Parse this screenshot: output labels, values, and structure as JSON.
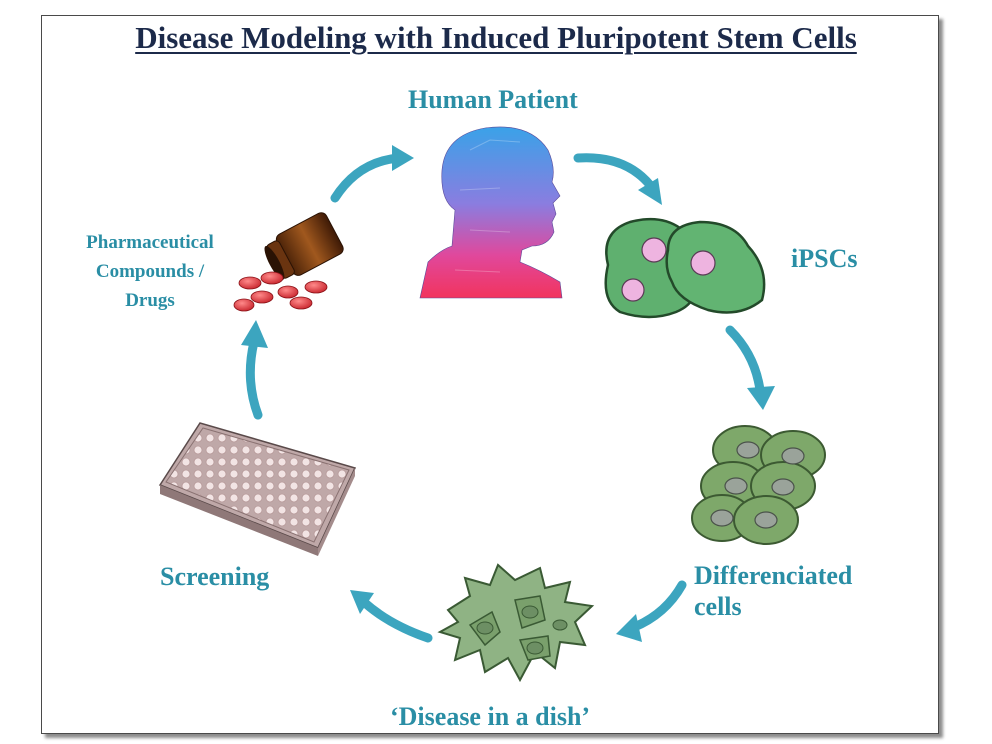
{
  "title": "Disease Modeling with Induced Pluripotent Stem Cells",
  "nodes": {
    "patient": "Human Patient",
    "ipsc": "iPSCs",
    "differentiated": "Differenciated cells",
    "dish": "‘Disease in a dish’",
    "screening": "Screening",
    "pharma": "Pharmaceutical Compounds / Drugs"
  },
  "colors": {
    "title": "#1c2a4a",
    "label": "#2a8ea5",
    "arrow": "#3ca5bf",
    "ipsc_cell": "#5fb06f",
    "diff_cell": "#7ea86a",
    "dish_cell": "#8fb384",
    "pill": "#d9383e",
    "plate": "#e6d4d4"
  },
  "icons": [
    "human-head-icon",
    "ipsc-cells-icon",
    "differentiated-cells-icon",
    "disease-dish-cells-icon",
    "well-plate-icon",
    "pill-bottle-icon"
  ]
}
